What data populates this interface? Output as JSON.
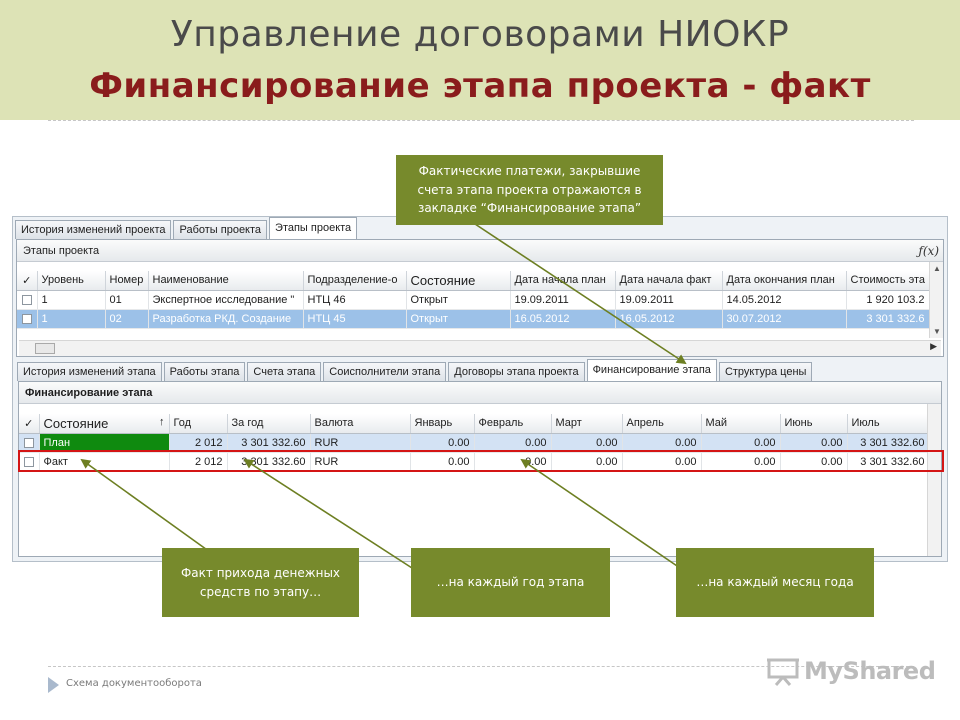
{
  "slide": {
    "title": "Управление договорами НИОКР",
    "subtitle": "Финансирование этапа проекта - факт",
    "footer": "Схема документооборота",
    "logo_text": "MyShared"
  },
  "top_tabs": [
    "История изменений проекта",
    "Работы проекта",
    "Этапы проекта"
  ],
  "stages_panel": {
    "title": "Этапы проекта",
    "fx_label": "ƒ(x)",
    "columns": [
      "Уровень",
      "Номер",
      "Наименование",
      "Подразделение-о",
      "Состояние",
      "Дата начала план",
      "Дата начала факт",
      "Дата окончания план",
      "Стоимость эта"
    ],
    "rows": [
      [
        "1",
        "01",
        "Экспертное исследование \"",
        "НТЦ 46",
        "Открыт",
        "19.09.2011",
        "19.09.2011",
        "14.05.2012",
        "1 920 103.2"
      ],
      [
        "1",
        "02",
        "Разработка РКД. Создание",
        "НТЦ 45",
        "Открыт",
        "16.05.2012",
        "16.05.2012",
        "30.07.2012",
        "3 301 332.6"
      ]
    ]
  },
  "stage_tabs": [
    "История изменений этапа",
    "Работы этапа",
    "Счета этапа",
    "Соисполнители этапа",
    "Договоры этапа проекта",
    "Финансирование этапа",
    "Структура цены"
  ],
  "finance_panel": {
    "title": "Финансирование этапа",
    "columns": [
      "Состояние",
      "Год",
      "За год",
      "Валюта",
      "Январь",
      "Февраль",
      "Март",
      "Апрель",
      "Май",
      "Июнь",
      "Июль"
    ],
    "rows": [
      [
        "План",
        "2 012",
        "3 301 332.60",
        "RUR",
        "0.00",
        "0.00",
        "0.00",
        "0.00",
        "0.00",
        "0.00",
        "3 301 332.60"
      ],
      [
        "Факт",
        "2 012",
        "3 301 332.60",
        "RUR",
        "0.00",
        "0.00",
        "0.00",
        "0.00",
        "0.00",
        "0.00",
        "3 301 332.60"
      ]
    ]
  },
  "callouts": {
    "top": "Фактические платежи, закрывшие счета этапа проекта отражаются в закладке “Финансирование этапа”",
    "left": "Факт прихода денежных средств по этапу…",
    "middle": "…на каждый год этапа",
    "right": "…на каждый месяц года"
  },
  "colors": {
    "callout_bg": "#778a2c",
    "header_band": "#dde3b6",
    "subtitle": "#8a1c1c",
    "highlight": "#d41515"
  }
}
